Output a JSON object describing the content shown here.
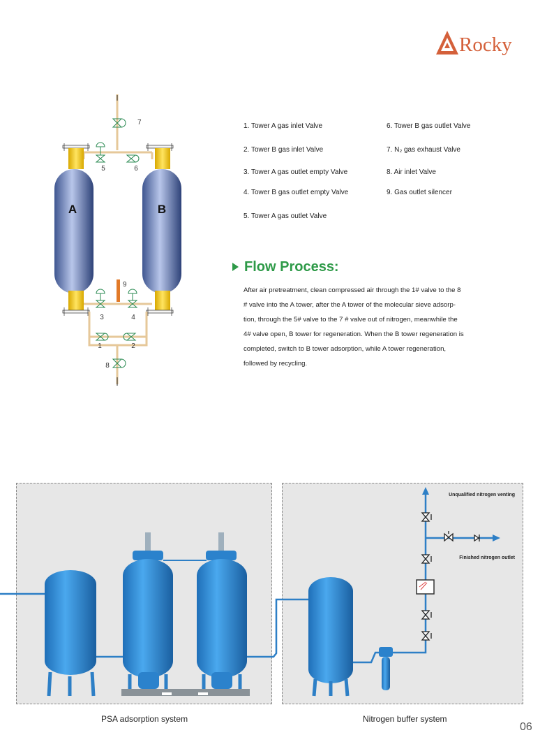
{
  "brand": {
    "name": "Rocky",
    "color": "#d4603a"
  },
  "diagram": {
    "tower_a": "A",
    "tower_b": "B",
    "valve_numbers": [
      "1",
      "2",
      "3",
      "4",
      "5",
      "6",
      "7",
      "8",
      "9"
    ]
  },
  "valve_list": {
    "left": [
      "1. Tower A gas inlet Valve",
      "2. Tower B gas inlet Valve",
      "3. Tower A gas outlet empty Valve",
      "4. Tower B gas outlet empty Valve",
      "5. Tower A gas outlet Valve"
    ],
    "right": [
      "6. Tower B gas outlet Valve",
      "7. N₂ gas exhaust Valve",
      "8. Air inlet Valve",
      "9. Gas outlet silencer"
    ]
  },
  "flow_process": {
    "title": "Flow Process:",
    "lines": [
      "After air pretreatment, clean compressed air through the 1# valve to the 8",
      "# valve into the A tower, after the A tower of the molecular sieve adsorp-",
      "tion, through the 5# valve to the 7 # valve out of nitrogen, meanwhile the",
      "4# valve open, B tower for regeneration. When the B tower regeneration is",
      "completed, switch to B tower adsorption, while A tower regeneration,",
      "followed by recycling."
    ],
    "accent_color": "#2e9a48"
  },
  "buffer_labels": {
    "venting": "Unqualified nitrogen venting",
    "outlet": "Finished nitrogen outlet"
  },
  "captions": {
    "psa": "PSA adsorption system",
    "buffer": "Nitrogen buffer system"
  },
  "page_number": "06"
}
